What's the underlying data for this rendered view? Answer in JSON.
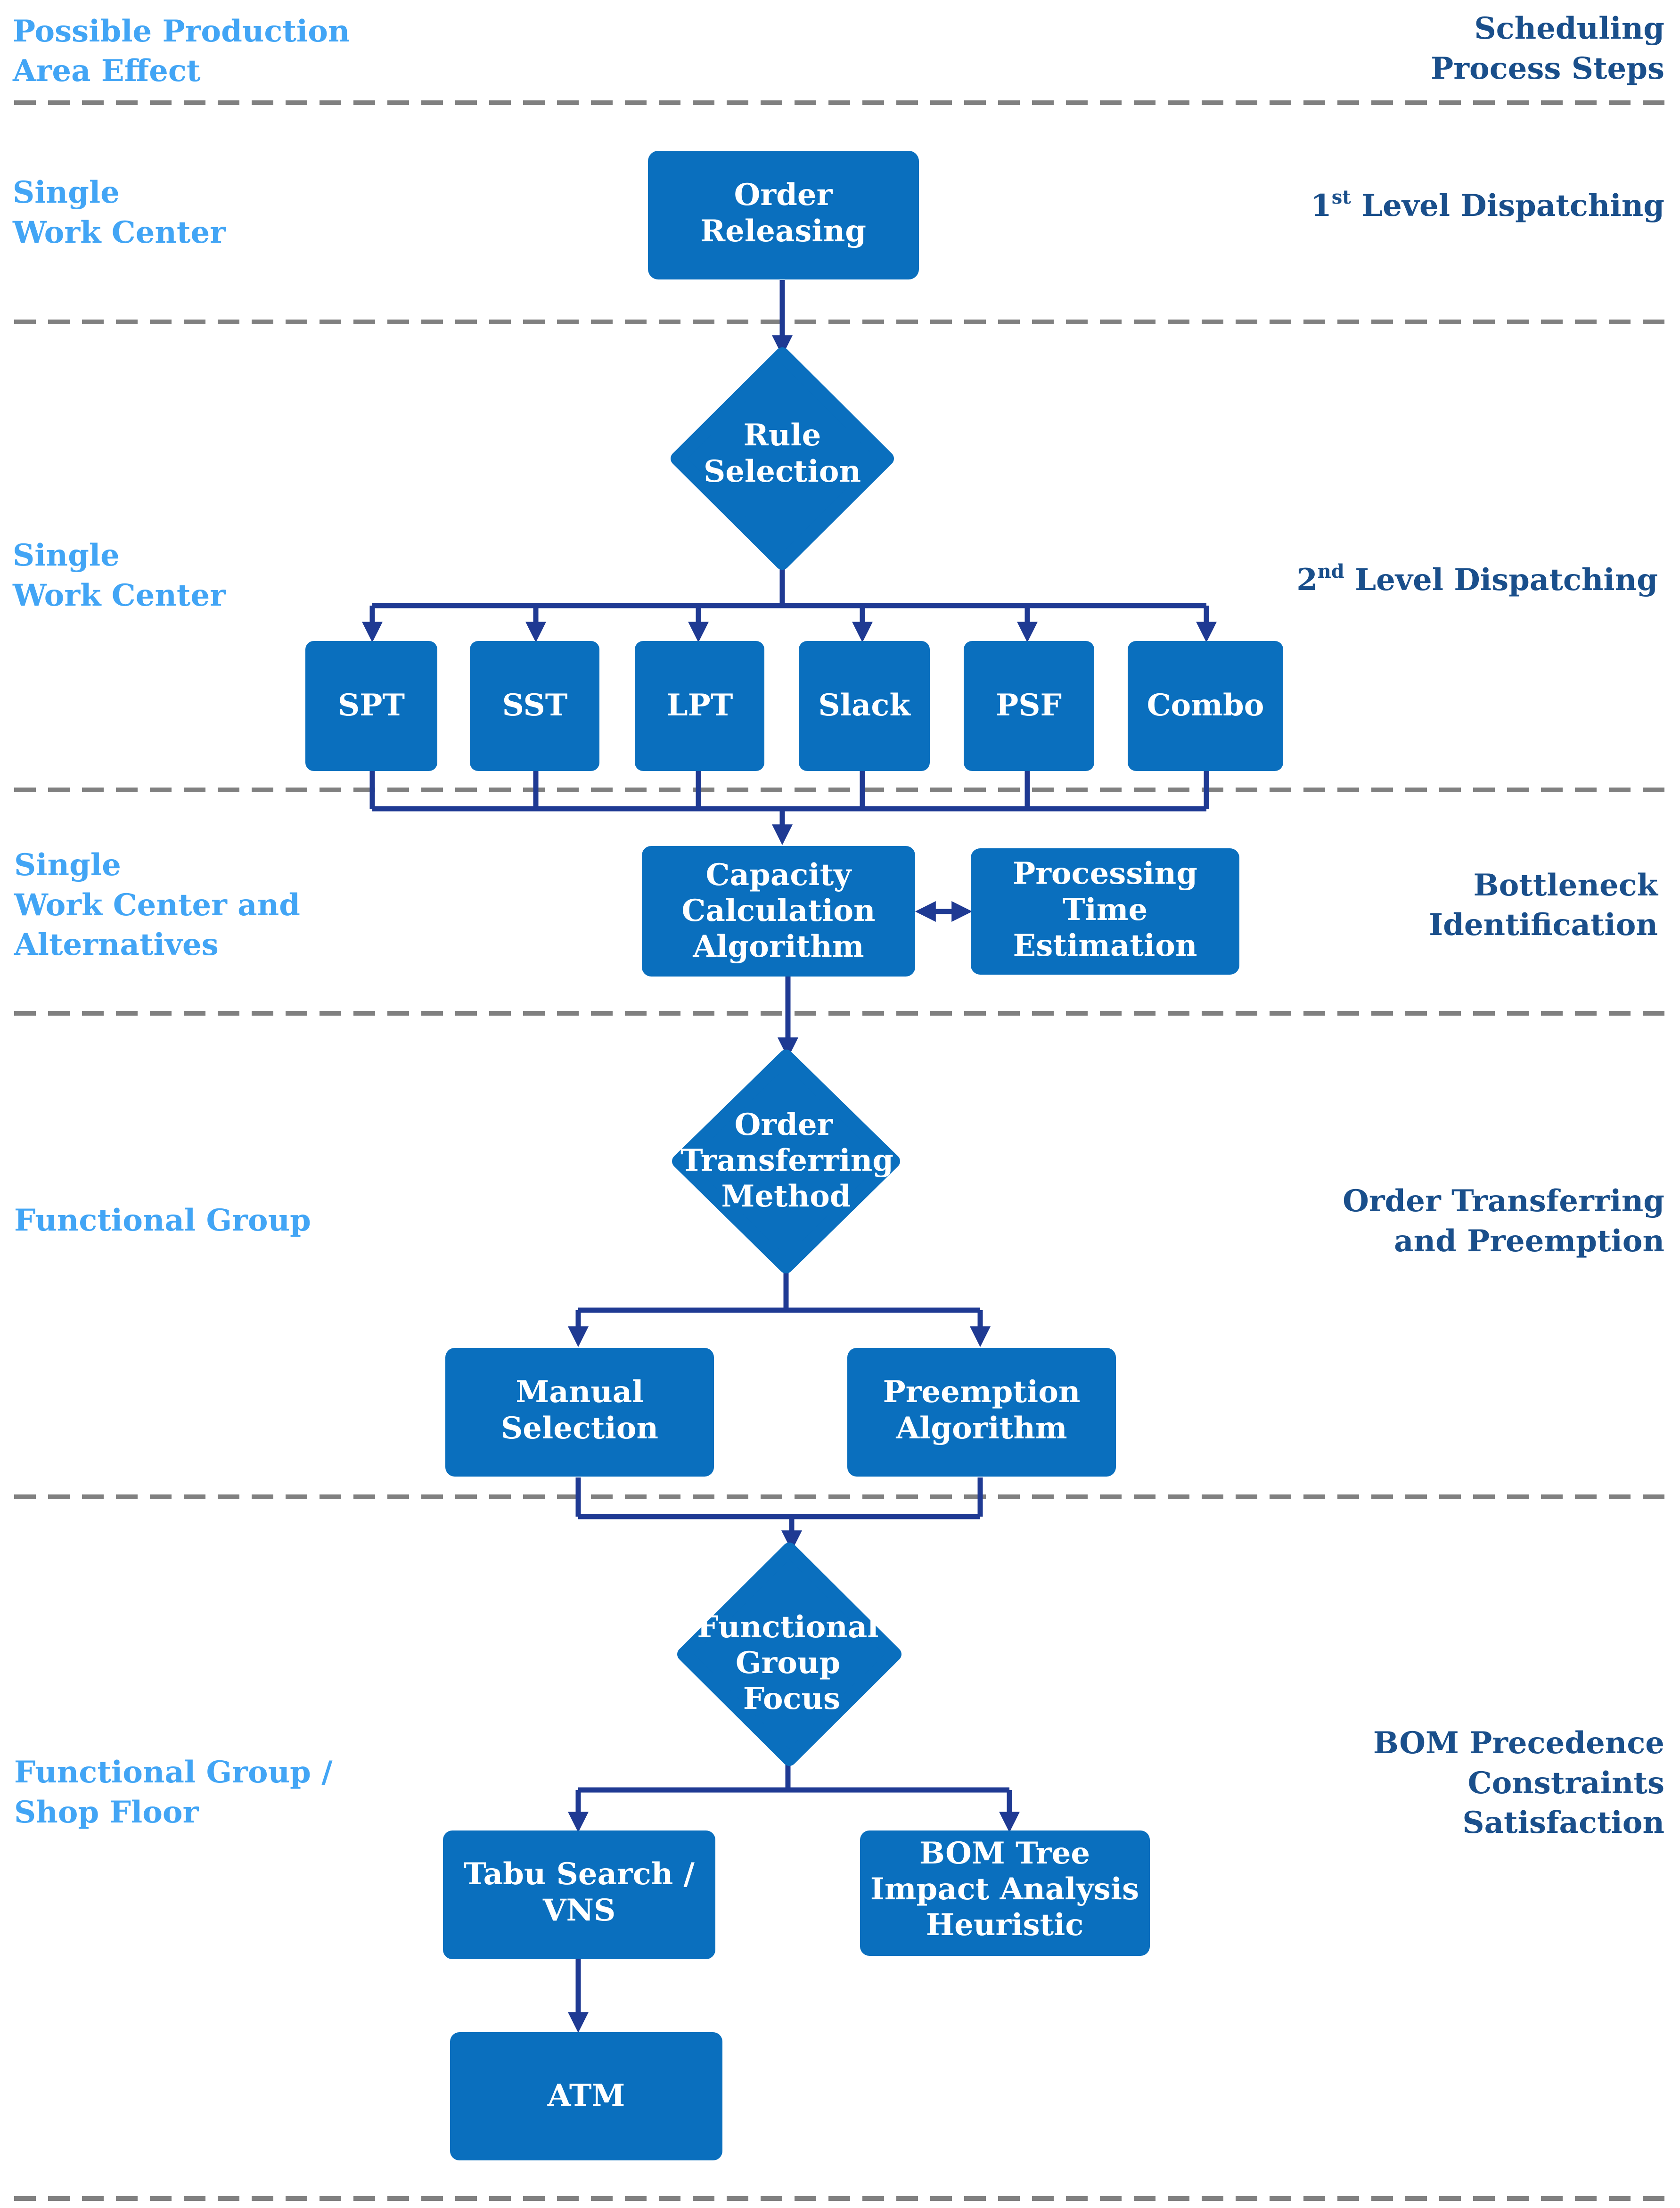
{
  "header": {
    "left": [
      "Possible Production",
      "Area Effect"
    ],
    "right": [
      "Scheduling",
      "Process Steps"
    ]
  },
  "sections": [
    {
      "left": [
        "Single",
        "Work Center"
      ],
      "right_main": "1",
      "right_sup": "st",
      "right_rest": " Level Dispatching"
    },
    {
      "left": [
        "Single",
        "Work Center"
      ],
      "right_main": "2",
      "right_sup": "nd",
      "right_rest": " Level Dispatching"
    },
    {
      "left": [
        "Single",
        "Work Center and",
        "Alternatives"
      ],
      "right": [
        "Bottleneck",
        "Identification"
      ]
    },
    {
      "left": [
        "Functional Group"
      ],
      "right": [
        "Order Transferring",
        "and Preemption"
      ]
    },
    {
      "left": [
        "Functional Group /",
        "Shop Floor"
      ],
      "right": [
        "BOM Precedence",
        "Constraints",
        "Satisfaction"
      ]
    }
  ],
  "nodes": {
    "order_releasing": [
      "Order",
      "Releasing"
    ],
    "rule_selection": [
      "Rule",
      "Selection"
    ],
    "rules": [
      "SPT",
      "SST",
      "LPT",
      "Slack",
      "PSF",
      "Combo"
    ],
    "capacity_calc": [
      "Capacity",
      "Calculation",
      "Algorithm"
    ],
    "processing_time": [
      "Processing",
      "Time",
      "Estimation"
    ],
    "order_transferring": [
      "Order",
      "Transferring",
      "Method"
    ],
    "manual_selection": [
      "Manual",
      "Selection"
    ],
    "preemption": [
      "Preemption",
      "Algorithm"
    ],
    "functional_group_focus": [
      "Functional",
      "Group",
      "Focus"
    ],
    "tabu_search": [
      "Tabu Search /",
      "VNS"
    ],
    "bom_tree": [
      "BOM Tree",
      "Impact Analysis",
      "Heuristic"
    ],
    "atm": [
      "ATM"
    ]
  },
  "colors": {
    "node": "#0a6fbe",
    "connector": "#1f3a93",
    "left_text": "#42a5f5",
    "right_text": "#1a4f8b",
    "separator": "#808080"
  }
}
